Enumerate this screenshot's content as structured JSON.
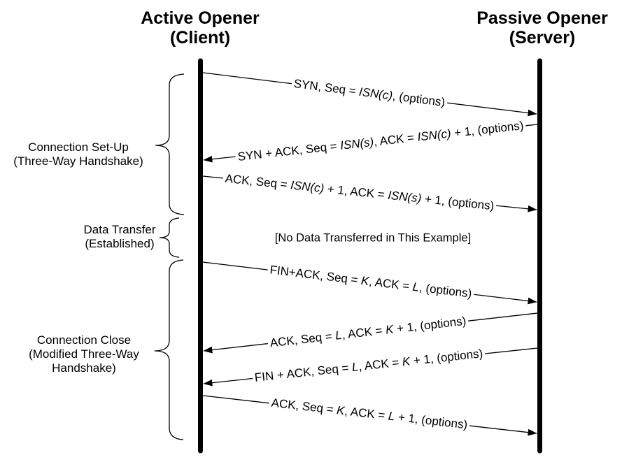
{
  "endpoints": {
    "client": {
      "title": "Active Opener",
      "subtitle": "(Client)"
    },
    "server": {
      "title": "Passive Opener",
      "subtitle": "(Server)"
    }
  },
  "phases": [
    {
      "name": "connection-setup",
      "label_lines": [
        "Connection Set-Up",
        "(Three-Way Handshake)"
      ]
    },
    {
      "name": "data-transfer",
      "label_lines": [
        "Data Transfer",
        "(Established)"
      ]
    },
    {
      "name": "connection-close",
      "label_lines": [
        "Connection Close",
        "(Modified Three-Way",
        "Handshake)"
      ]
    }
  ],
  "note": "[No Data Transferred in This Example]",
  "messages": [
    {
      "from": "client",
      "to": "server",
      "text": "SYN, Seq = ISN(c), (options)",
      "segments": [
        {
          "t": "SYN, Seq = "
        },
        {
          "t": "ISN(c)",
          "i": true
        },
        {
          "t": ", (options)"
        }
      ]
    },
    {
      "from": "server",
      "to": "client",
      "text": "SYN + ACK, Seq = ISN(s), ACK = ISN(c) + 1, (options)",
      "segments": [
        {
          "t": "SYN + ACK, Seq = "
        },
        {
          "t": "ISN(s)",
          "i": true
        },
        {
          "t": ", ACK = "
        },
        {
          "t": "ISN(c)",
          "i": true
        },
        {
          "t": " + 1, (options)"
        }
      ]
    },
    {
      "from": "client",
      "to": "server",
      "text": "ACK, Seq = ISN(c) + 1, ACK = ISN(s) + 1, (options)",
      "segments": [
        {
          "t": "ACK, Seq = "
        },
        {
          "t": "ISN(c)",
          "i": true
        },
        {
          "t": " + 1, ACK = "
        },
        {
          "t": "ISN(s)",
          "i": true
        },
        {
          "t": " + 1, (options)"
        }
      ]
    },
    {
      "from": "client",
      "to": "server",
      "text": "FIN+ACK, Seq = K, ACK = L, (options)",
      "segments": [
        {
          "t": "FIN+ACK, Seq = "
        },
        {
          "t": "K",
          "i": true
        },
        {
          "t": ", ACK = "
        },
        {
          "t": "L",
          "i": true
        },
        {
          "t": ", (options)"
        }
      ]
    },
    {
      "from": "server",
      "to": "client",
      "text": "ACK, Seq = L, ACK = K + 1, (options)",
      "segments": [
        {
          "t": "ACK, Seq = "
        },
        {
          "t": "L",
          "i": true
        },
        {
          "t": ", ACK = "
        },
        {
          "t": "K",
          "i": true
        },
        {
          "t": " + 1, (options)"
        }
      ]
    },
    {
      "from": "server",
      "to": "client",
      "text": "FIN + ACK, Seq = L, ACK = K + 1, (options)",
      "segments": [
        {
          "t": "FIN + ACK, Seq = "
        },
        {
          "t": "L",
          "i": true
        },
        {
          "t": ", ACK = "
        },
        {
          "t": "K",
          "i": true
        },
        {
          "t": " + 1, (options)"
        }
      ]
    },
    {
      "from": "client",
      "to": "server",
      "text": "ACK, Seq = K, ACK = L + 1, (options)",
      "segments": [
        {
          "t": "ACK, Seq = "
        },
        {
          "t": "K",
          "i": true
        },
        {
          "t": ", ACK = "
        },
        {
          "t": "L",
          "i": true
        },
        {
          "t": " + 1, (options)"
        }
      ]
    }
  ],
  "colors": {
    "ink": "#000000",
    "background": "#ffffff"
  }
}
